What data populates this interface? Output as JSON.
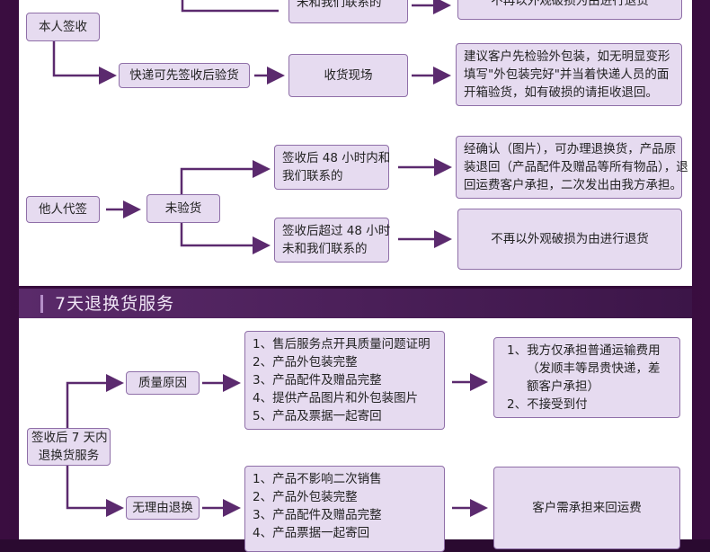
{
  "flow1": {
    "self_sign": "本人签收",
    "top_result": [
      "未和我们联系的"
    ],
    "top_outcome": "不再以外观破损为由进行退货",
    "courier_inspect": "快递可先签收后验货",
    "receive_site": "收货现场",
    "advice": [
      "建议客户先检验外包装，如无明显变形",
      "填写\"外包装完好\"并当着快递人员的面",
      "开箱验货，如有破损的请拒收退回。"
    ]
  },
  "flow2": {
    "proxy_sign": "他人代签",
    "not_inspected": "未验货",
    "within48": [
      "签收后 48 小时内和",
      "我们联系的"
    ],
    "confirm": [
      "经确认（图片），可办理退换货，产品原",
      "装退回（产品配件及赠品等所有物品），退",
      "回运费客户承担，二次发出由我方承担。"
    ],
    "beyond48": [
      "签收后超过 48 小时",
      "未和我们联系的"
    ],
    "no_return": "不再以外观破损为由进行退货"
  },
  "section": {
    "title": "7天退换货服务"
  },
  "flow3": {
    "start": [
      "签收后 7 天内",
      "退换货服务"
    ],
    "quality": "质量原因",
    "quality_reqs": [
      "1、售后服务点开具质量问题证明",
      "2、产品外包装完整",
      "3、产品配件及赠品完整",
      "4、提供产品图片和外包装图片",
      "5、产品及票据一起寄回"
    ],
    "quality_result": [
      "1、我方仅承担普通运输费用",
      "（发顺丰等昂贵快递，差",
      "额客户承担）",
      "2、不接受到付"
    ],
    "no_reason": "无理由退换",
    "no_reason_reqs": [
      "1、产品不影响二次销售",
      "2、产品外包装完整",
      "3、产品配件及赠品完整",
      "4、产品票据一起寄回"
    ],
    "no_reason_result": "客户需承担来回运费"
  },
  "colors": {
    "line": "#5b2a6e",
    "box_fill": "#e6dbf0",
    "box_border": "#8f6fa8",
    "header": "#4a1d58"
  }
}
